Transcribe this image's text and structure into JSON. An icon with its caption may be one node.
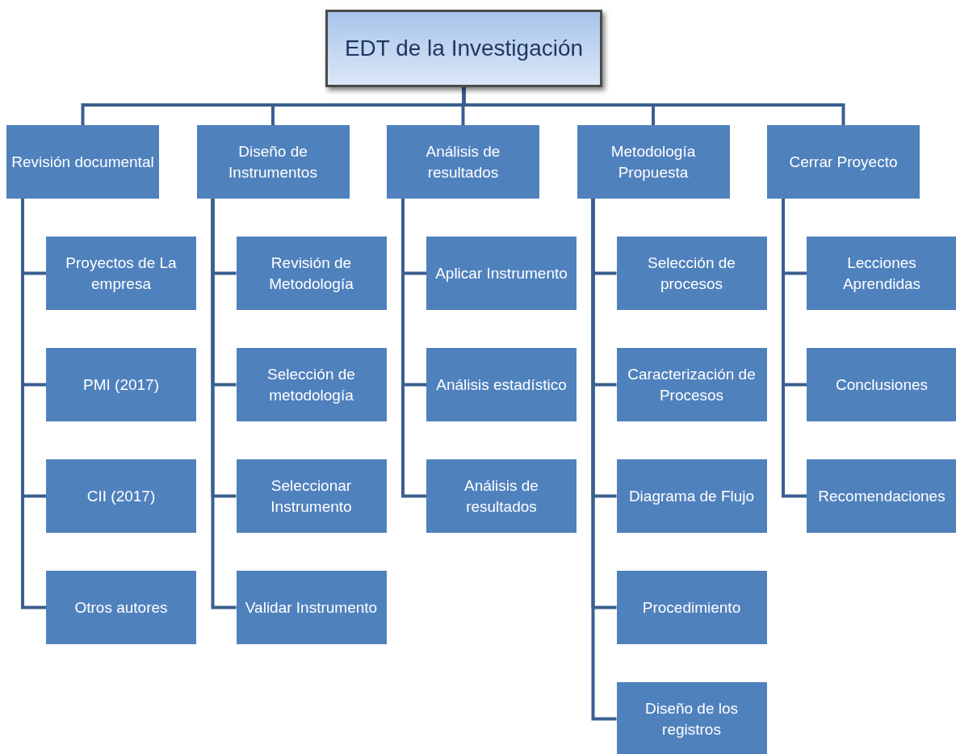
{
  "diagram": {
    "nodes": [
      {
        "text": [
          "EDT de la Investigación"
        ]
      },
      {
        "text": [
          "Revisión documental"
        ]
      },
      {
        "text": [
          "Diseño de Instrumentos"
        ]
      },
      {
        "text": [
          "Análisis de resultados"
        ]
      },
      {
        "text": [
          "Metodología Propuesta"
        ]
      },
      {
        "text": [
          "Cerrar Proyecto"
        ]
      },
      {
        "text": [
          "Proyectos de La empresa"
        ]
      },
      {
        "text": [
          "PMI (2017)"
        ]
      },
      {
        "text": [
          "CII (2017)"
        ]
      },
      {
        "text": [
          "Otros autores"
        ]
      },
      {
        "text": [
          "Revisión de Metodología"
        ]
      },
      {
        "text": [
          "Selección de metodología"
        ]
      },
      {
        "text": [
          "Seleccionar Instrumento"
        ]
      },
      {
        "text": [
          "Validar Instrumento"
        ]
      },
      {
        "text": [
          "Aplicar Instrumento"
        ]
      },
      {
        "text": [
          "Análisis estadístico"
        ]
      },
      {
        "text": [
          "Análisis de resultados"
        ]
      },
      {
        "text": [
          "Selección de procesos"
        ]
      },
      {
        "text": [
          "Caracterización de Procesos"
        ]
      },
      {
        "text": [
          "Diagrama de Flujo"
        ]
      },
      {
        "text": [
          "Procedimiento"
        ]
      },
      {
        "text": [
          "Diseño de los registros"
        ]
      },
      {
        "text": [
          "Lecciones Aprendidas"
        ]
      },
      {
        "text": [
          "Conclusiones"
        ]
      },
      {
        "text": [
          "Recomendaciones"
        ]
      }
    ],
    "edges": [
      {
        "from": 0,
        "to": 1,
        "arrow": "none"
      },
      {
        "from": 0,
        "to": 2,
        "arrow": "none"
      },
      {
        "from": 0,
        "to": 3,
        "arrow": "none"
      },
      {
        "from": 0,
        "to": 4,
        "arrow": "none"
      },
      {
        "from": 0,
        "to": 5,
        "arrow": "none"
      },
      {
        "from": 1,
        "to": 6,
        "arrow": "none"
      },
      {
        "from": 1,
        "to": 7,
        "arrow": "none"
      },
      {
        "from": 1,
        "to": 8,
        "arrow": "none"
      },
      {
        "from": 1,
        "to": 9,
        "arrow": "none"
      },
      {
        "from": 2,
        "to": 10,
        "arrow": "none"
      },
      {
        "from": 2,
        "to": 11,
        "arrow": "none"
      },
      {
        "from": 2,
        "to": 12,
        "arrow": "none"
      },
      {
        "from": 2,
        "to": 13,
        "arrow": "none"
      },
      {
        "from": 3,
        "to": 14,
        "arrow": "none"
      },
      {
        "from": 3,
        "to": 15,
        "arrow": "none"
      },
      {
        "from": 3,
        "to": 16,
        "arrow": "none"
      },
      {
        "from": 4,
        "to": 17,
        "arrow": "none"
      },
      {
        "from": 4,
        "to": 18,
        "arrow": "none"
      },
      {
        "from": 4,
        "to": 19,
        "arrow": "none"
      },
      {
        "from": 4,
        "to": 20,
        "arrow": "none"
      },
      {
        "from": 4,
        "to": 21,
        "arrow": "none"
      },
      {
        "from": 5,
        "to": 22,
        "arrow": "none"
      },
      {
        "from": 5,
        "to": 23,
        "arrow": "none"
      },
      {
        "from": 5,
        "to": 24,
        "arrow": "none"
      }
    ]
  }
}
